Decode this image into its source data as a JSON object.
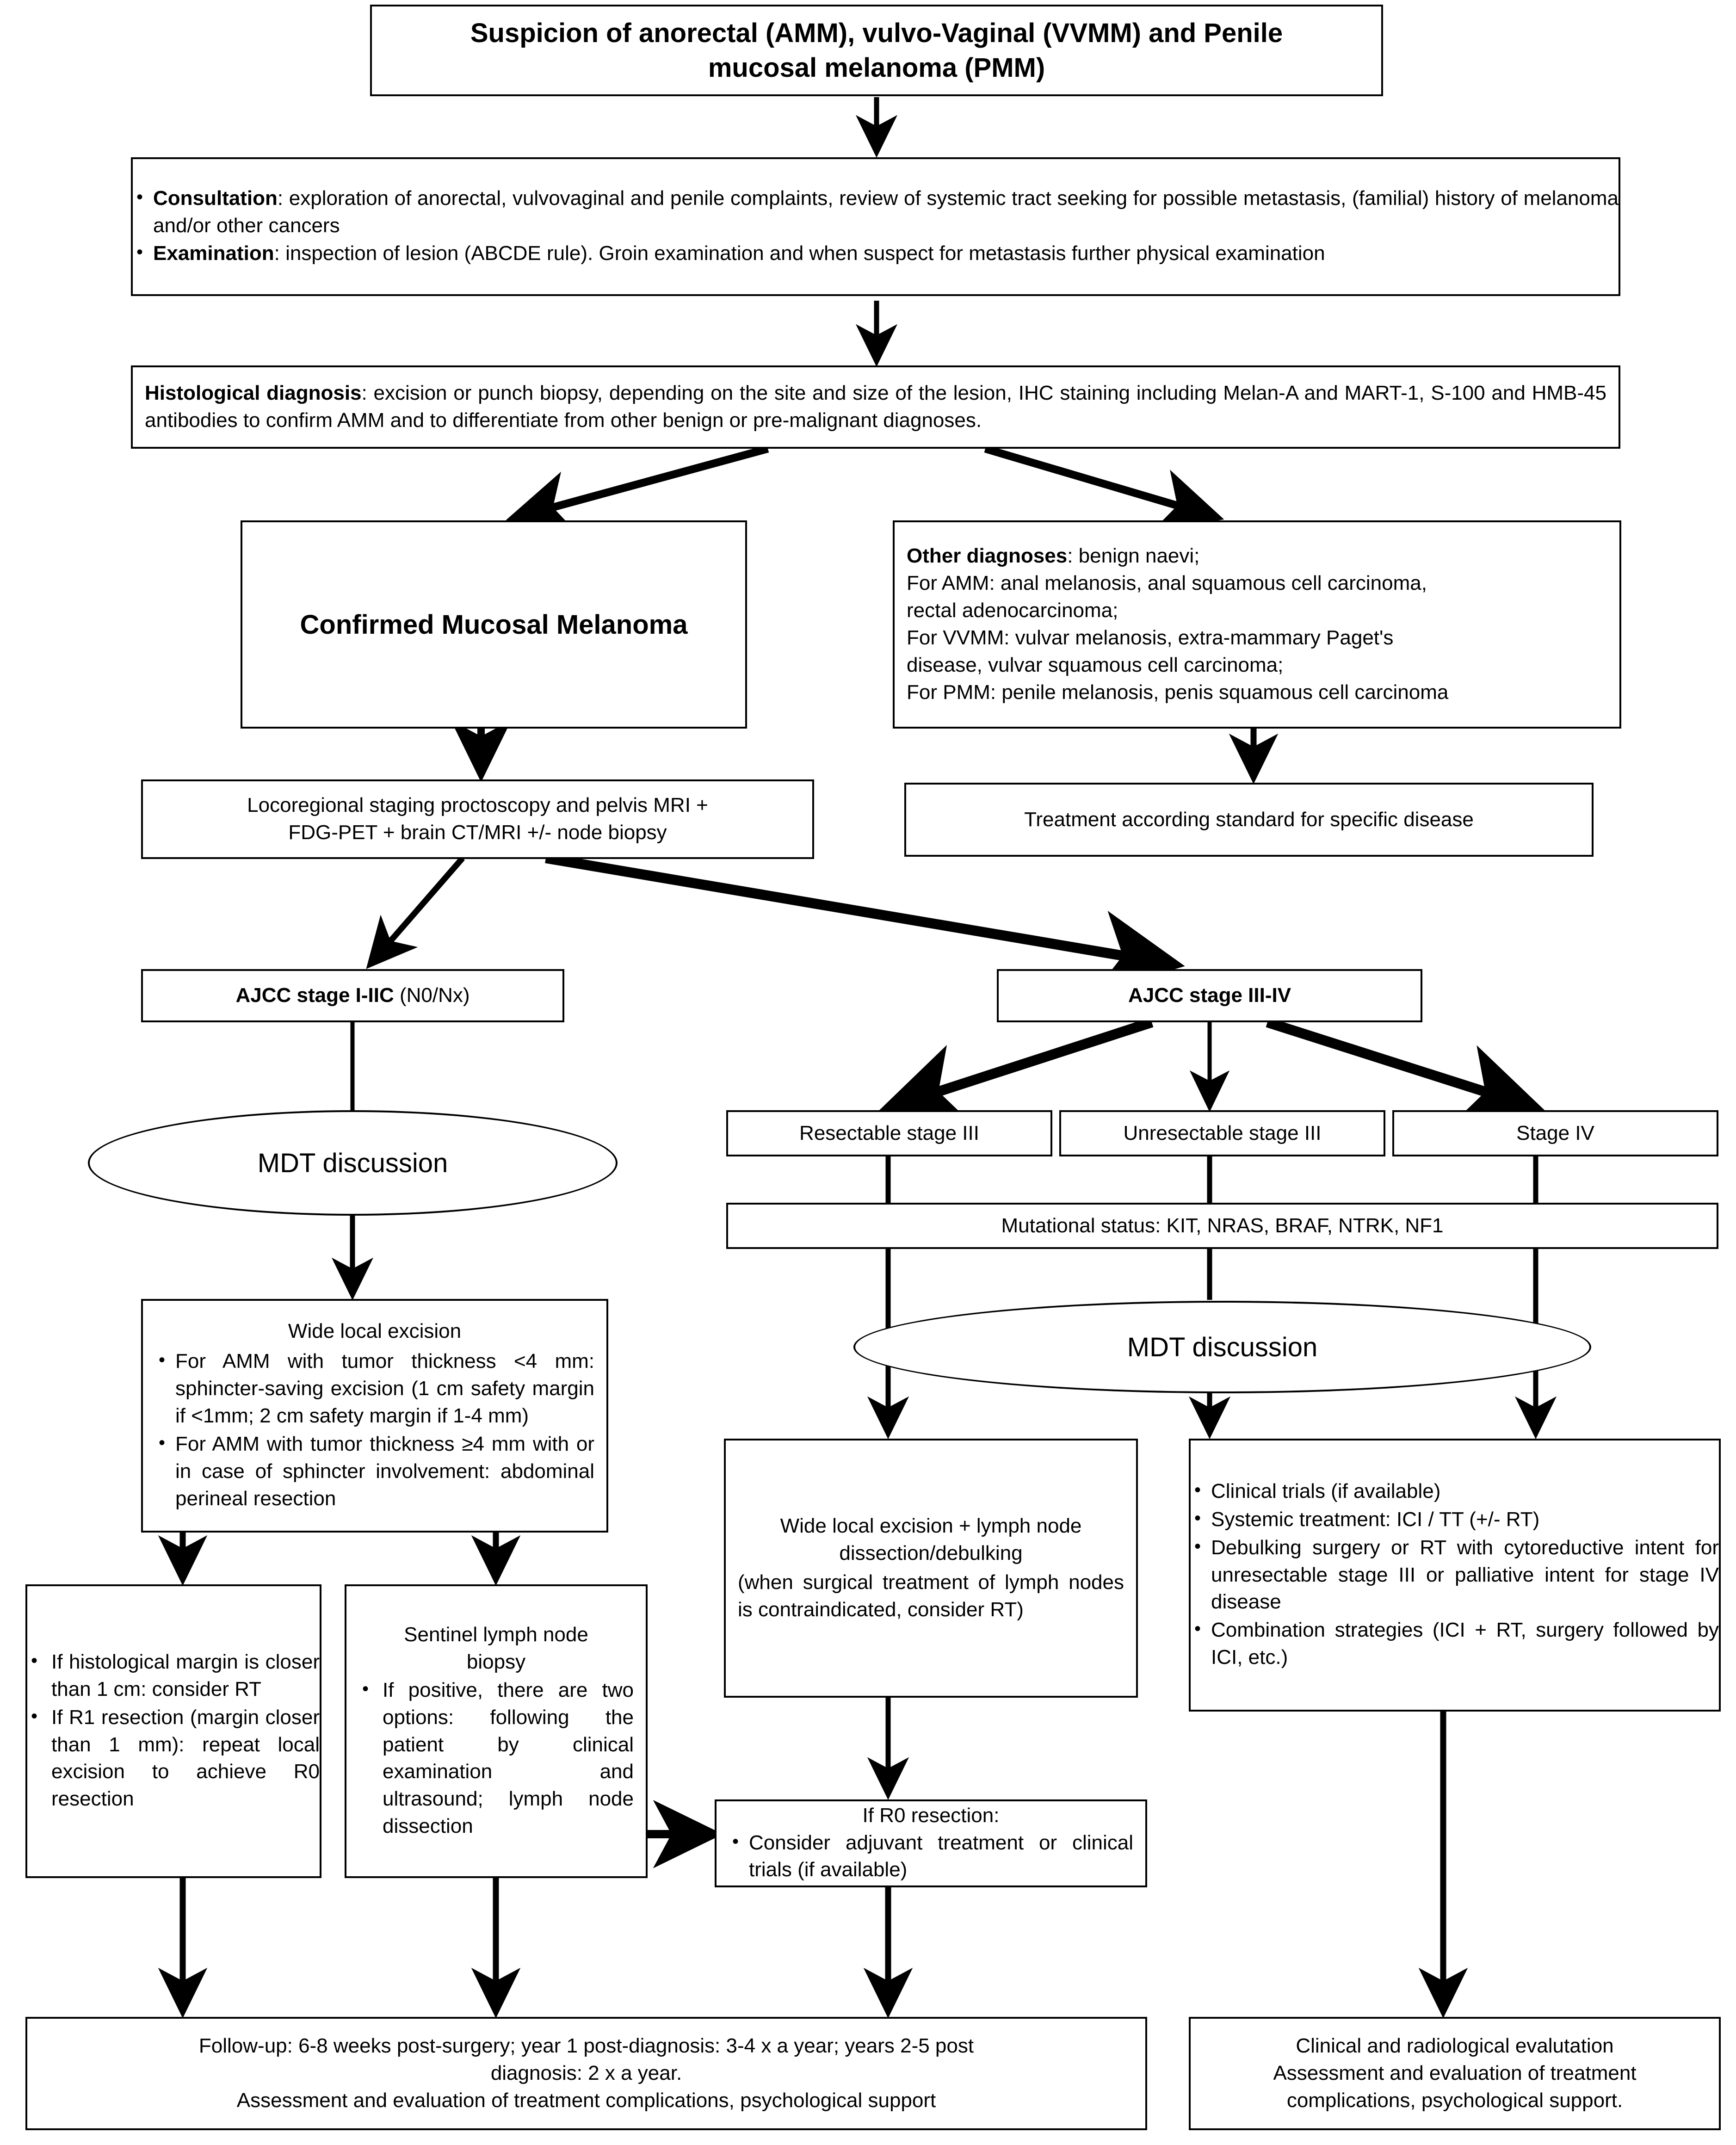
{
  "chart_data": {
    "type": "flowchart",
    "title": "Clinical management pathway for anorectal, vulvo-vaginal and penile mucosal melanoma"
  },
  "nodes": {
    "title": {
      "line1": "Suspicion of anorectal (AMM), vulvo-Vaginal (VVMM) and Penile",
      "line2": "mucosal melanoma (PMM)"
    },
    "consultation": {
      "items": [
        {
          "label": "Consultation",
          "text": ": exploration of anorectal, vulvovaginal and penile complaints, review of systemic tract seeking for possible metastasis, (familial) history of melanoma and/or other cancers"
        },
        {
          "label": "Examination",
          "text": ": inspection of lesion (ABCDE rule). Groin examination and when suspect for metastasis further physical examination"
        }
      ]
    },
    "histological": {
      "label": "Histological diagnosis",
      "text": ": excision or punch biopsy, depending on the site and size of the lesion, IHC staining including Melan-A and MART-1, S-100 and HMB-45 antibodies to confirm AMM and to differentiate from other benign or pre-malignant diagnoses."
    },
    "confirmed": {
      "text": "Confirmed Mucosal Melanoma"
    },
    "other_diagnoses": {
      "label": "Other diagnoses",
      "lines": [
        ": benign naevi;",
        "For AMM: anal melanosis, anal squamous cell carcinoma,",
        "rectal adenocarcinoma;",
        "For VVMM: vulvar melanosis, extra-mammary Paget's",
        "disease, vulvar squamous cell carcinoma;",
        "For PMM: penile melanosis, penis squamous cell carcinoma"
      ]
    },
    "locoregional": {
      "line1": "Locoregional staging proctoscopy and pelvis MRI +",
      "line2": "FDG-PET + brain CT/MRI +/- node biopsy"
    },
    "standard_treatment": {
      "text": "Treatment according standard for specific disease"
    },
    "ajcc_early": {
      "bold": "AJCC stage I-IIC",
      "plain": " (N0/Nx)"
    },
    "ajcc_late": {
      "text": "AJCC stage III-IV"
    },
    "mdt_left": {
      "text": "MDT discussion"
    },
    "mdt_right": {
      "text": "MDT discussion"
    },
    "resectable": {
      "text": "Resectable stage III"
    },
    "unresectable": {
      "text": "Unresectable stage III"
    },
    "stage_iv": {
      "text": "Stage IV"
    },
    "mutational": {
      "text": "Mutational status: KIT, NRAS, BRAF, NTRK, NF1"
    },
    "wide_local_excision": {
      "header": "Wide local excision",
      "items": [
        "For AMM with tumor thickness <4 mm: sphincter-saving excision (1 cm safety margin if <1mm; 2 cm safety margin if 1-4 mm)",
        "For AMM with tumor thickness ≥4 mm with or in case of sphincter involvement: abdominal perineal resection"
      ]
    },
    "margin_box": {
      "items": [
        "If histological margin is closer than 1 cm: consider RT",
        "If R1 resection (margin closer than 1 mm): repeat local excision to achieve R0 resection"
      ]
    },
    "sentinel_box": {
      "header_line1": "Sentinel lymph node",
      "header_line2": "biopsy",
      "items": [
        "If positive, there are two options: following the patient by clinical examination and ultrasound; lymph node dissection"
      ]
    },
    "wle_lymph": {
      "line1": "Wide local excision + lymph node",
      "line2": "dissection/debulking",
      "para": "(when surgical treatment of lymph nodes is contraindicated, consider RT)"
    },
    "systemic_box": {
      "items": [
        "Clinical trials (if available)",
        "Systemic treatment: ICI / TT (+/- RT)",
        "Debulking surgery or RT with cytoreductive intent for unresectable stage III or palliative intent for stage IV disease",
        "Combination strategies (ICI + RT, surgery followed by ICI, etc.)"
      ]
    },
    "r0_box": {
      "header": "If R0 resection:",
      "items": [
        "Consider adjuvant treatment or clinical trials (if available)"
      ]
    },
    "followup_left": {
      "line1": "Follow-up: 6-8 weeks post-surgery; year 1 post-diagnosis: 3-4 x a year; years 2-5 post",
      "line2": "diagnosis: 2 x a year.",
      "line3": "Assessment and evaluation of treatment complications, psychological support"
    },
    "followup_right": {
      "line1": "Clinical and radiological evalutation",
      "line2": "Assessment and evaluation of treatment",
      "line3": "complications, psychological support."
    }
  },
  "colors": {
    "stroke": "#000000",
    "background": "#ffffff",
    "text": "#000000"
  }
}
